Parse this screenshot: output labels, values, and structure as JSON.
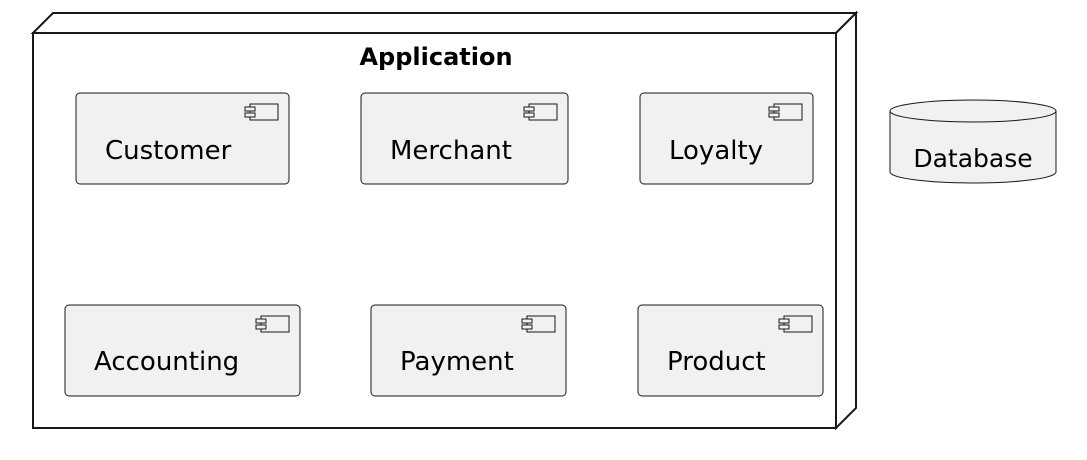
{
  "node": {
    "title": "Application"
  },
  "components": [
    {
      "id": "customer",
      "label": "Customer"
    },
    {
      "id": "merchant",
      "label": "Merchant"
    },
    {
      "id": "loyalty",
      "label": "Loyalty"
    },
    {
      "id": "accounting",
      "label": "Accounting"
    },
    {
      "id": "payment",
      "label": "Payment"
    },
    {
      "id": "product",
      "label": "Product"
    }
  ],
  "database": {
    "label": "Database"
  },
  "colors": {
    "component_fill": "#f1f1f1",
    "stroke": "#181818",
    "node_fill": "#ffffff"
  },
  "icons": {
    "component": "component-icon"
  }
}
